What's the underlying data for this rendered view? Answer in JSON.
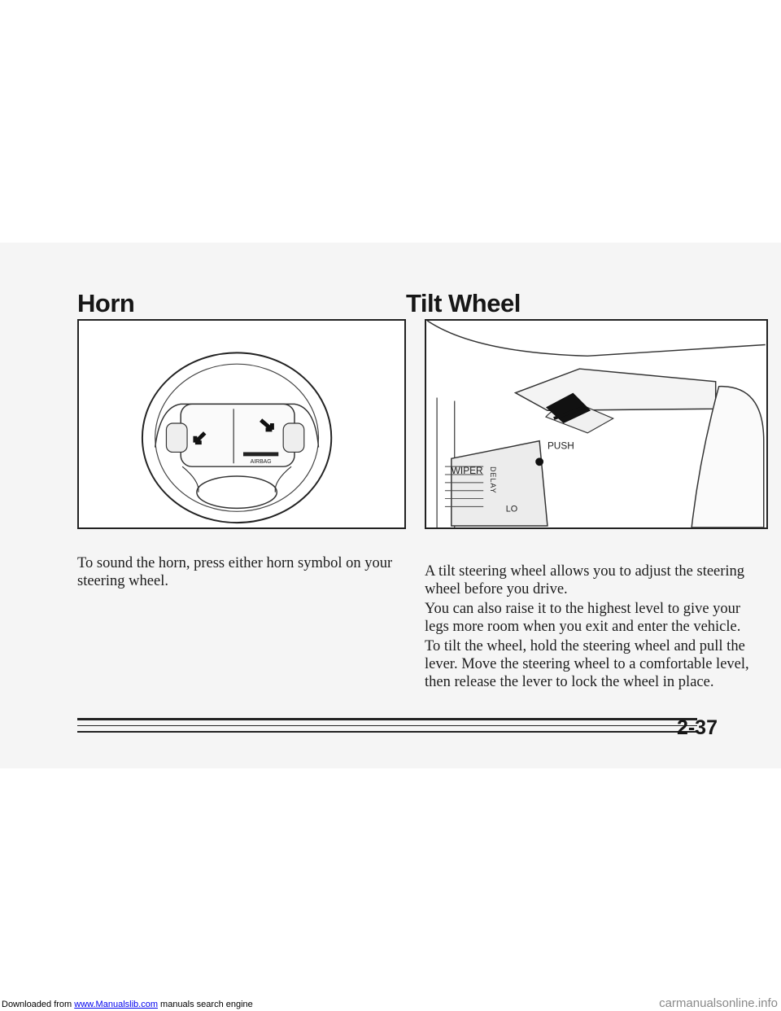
{
  "download_bar": {
    "prefix": "Downloaded from ",
    "link_text": "www.Manualslib.com",
    "suffix": " manuals search engine"
  },
  "watermark": "carmanualsonline.info",
  "left_section": {
    "heading": "Horn",
    "figure_label": "AIRBAG",
    "paragraph": "To sound the horn, press either horn symbol on your steering wheel."
  },
  "right_section": {
    "heading": "Tilt Wheel",
    "figure_labels": {
      "wiper": "WIPER",
      "delay": "DELAY",
      "lo": "LO",
      "push": "PUSH"
    },
    "paragraphs": [
      "A tilt steering wheel allows you to adjust the steering wheel before you drive.",
      "You can also raise it to the highest level to give your legs more room when you exit and enter the vehicle.",
      "To tilt the wheel, hold the steering wheel and pull the lever. Move the steering wheel to a comfortable level, then release the lever to lock the wheel in place."
    ]
  },
  "page_number": "2-37"
}
